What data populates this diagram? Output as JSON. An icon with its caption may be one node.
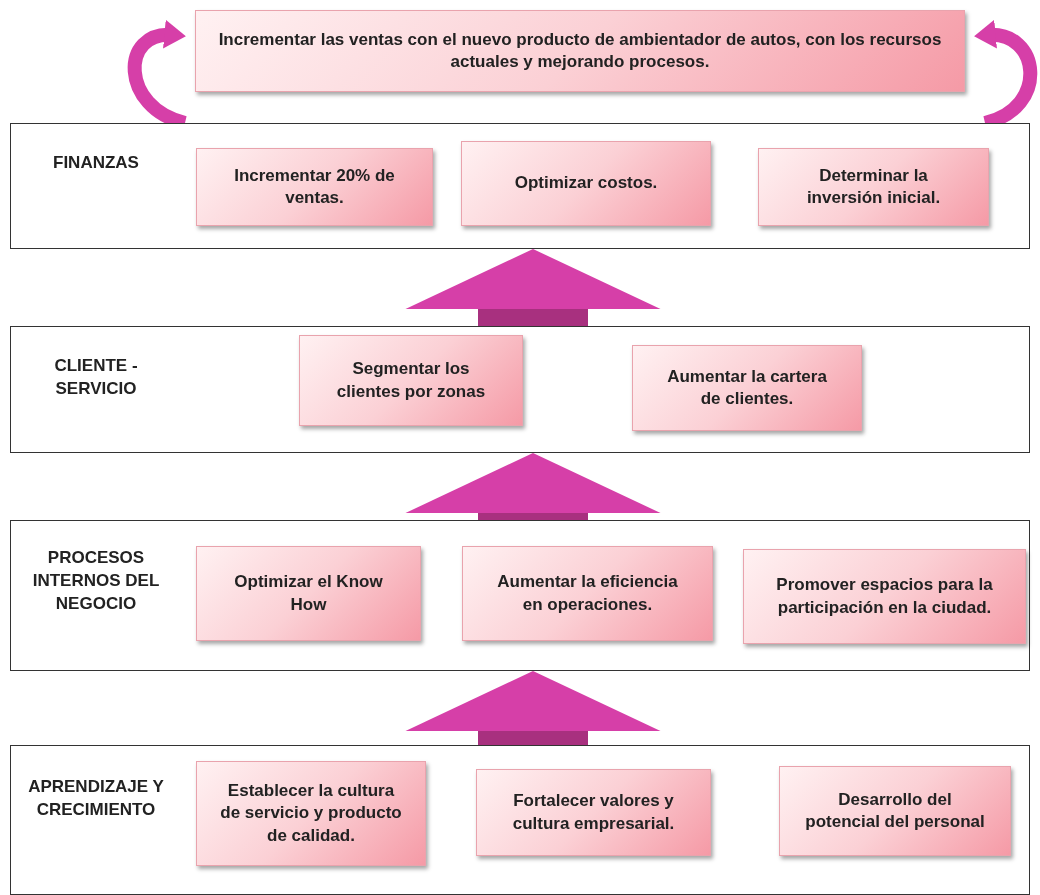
{
  "diagram": {
    "nodes": [
      {
        "text": [
          "Incrementar las ventas con el nuevo producto de ambientador de autos, con los recursos actuales y mejorando procesos."
        ]
      },
      {
        "text": [
          "FINANZAS"
        ]
      },
      {
        "text": [
          "Incrementar 20% de ventas."
        ],
        "in": 1
      },
      {
        "text": [
          "Optimizar costos."
        ],
        "in": 1
      },
      {
        "text": [
          "Determinar la inversión inicial."
        ],
        "in": 1
      },
      {
        "text": [
          "CLIENTE - SERVICIO"
        ]
      },
      {
        "text": [
          "Segmentar los clientes por zonas"
        ],
        "in": 5
      },
      {
        "text": [
          "Aumentar la cartera de clientes."
        ],
        "in": 5
      },
      {
        "text": [
          "PROCESOS INTERNOS DEL NEGOCIO"
        ]
      },
      {
        "text": [
          "Optimizar el Know How"
        ],
        "in": 8
      },
      {
        "text": [
          "Aumentar la eficiencia en operaciones."
        ],
        "in": 8
      },
      {
        "text": [
          "Promover espacios para la participación en la ciudad."
        ],
        "in": 8
      },
      {
        "text": [
          "APRENDIZAJE Y CRECIMIENTO"
        ]
      },
      {
        "text": [
          "Establecer la cultura de servicio y producto de calidad."
        ],
        "in": 12
      },
      {
        "text": [
          "Fortalecer valores y cultura empresarial."
        ],
        "in": 12
      },
      {
        "text": [
          "Desarrollo del potencial del personal"
        ],
        "in": 12
      }
    ],
    "edges": [
      {
        "from": 1,
        "to": 0,
        "arrow": "to"
      },
      {
        "from": 1,
        "to": 0,
        "arrow": "to"
      },
      {
        "from": 5,
        "to": 1,
        "arrow": "to"
      },
      {
        "from": 8,
        "to": 5,
        "arrow": "to"
      },
      {
        "from": 12,
        "to": 8,
        "arrow": "to"
      }
    ]
  }
}
